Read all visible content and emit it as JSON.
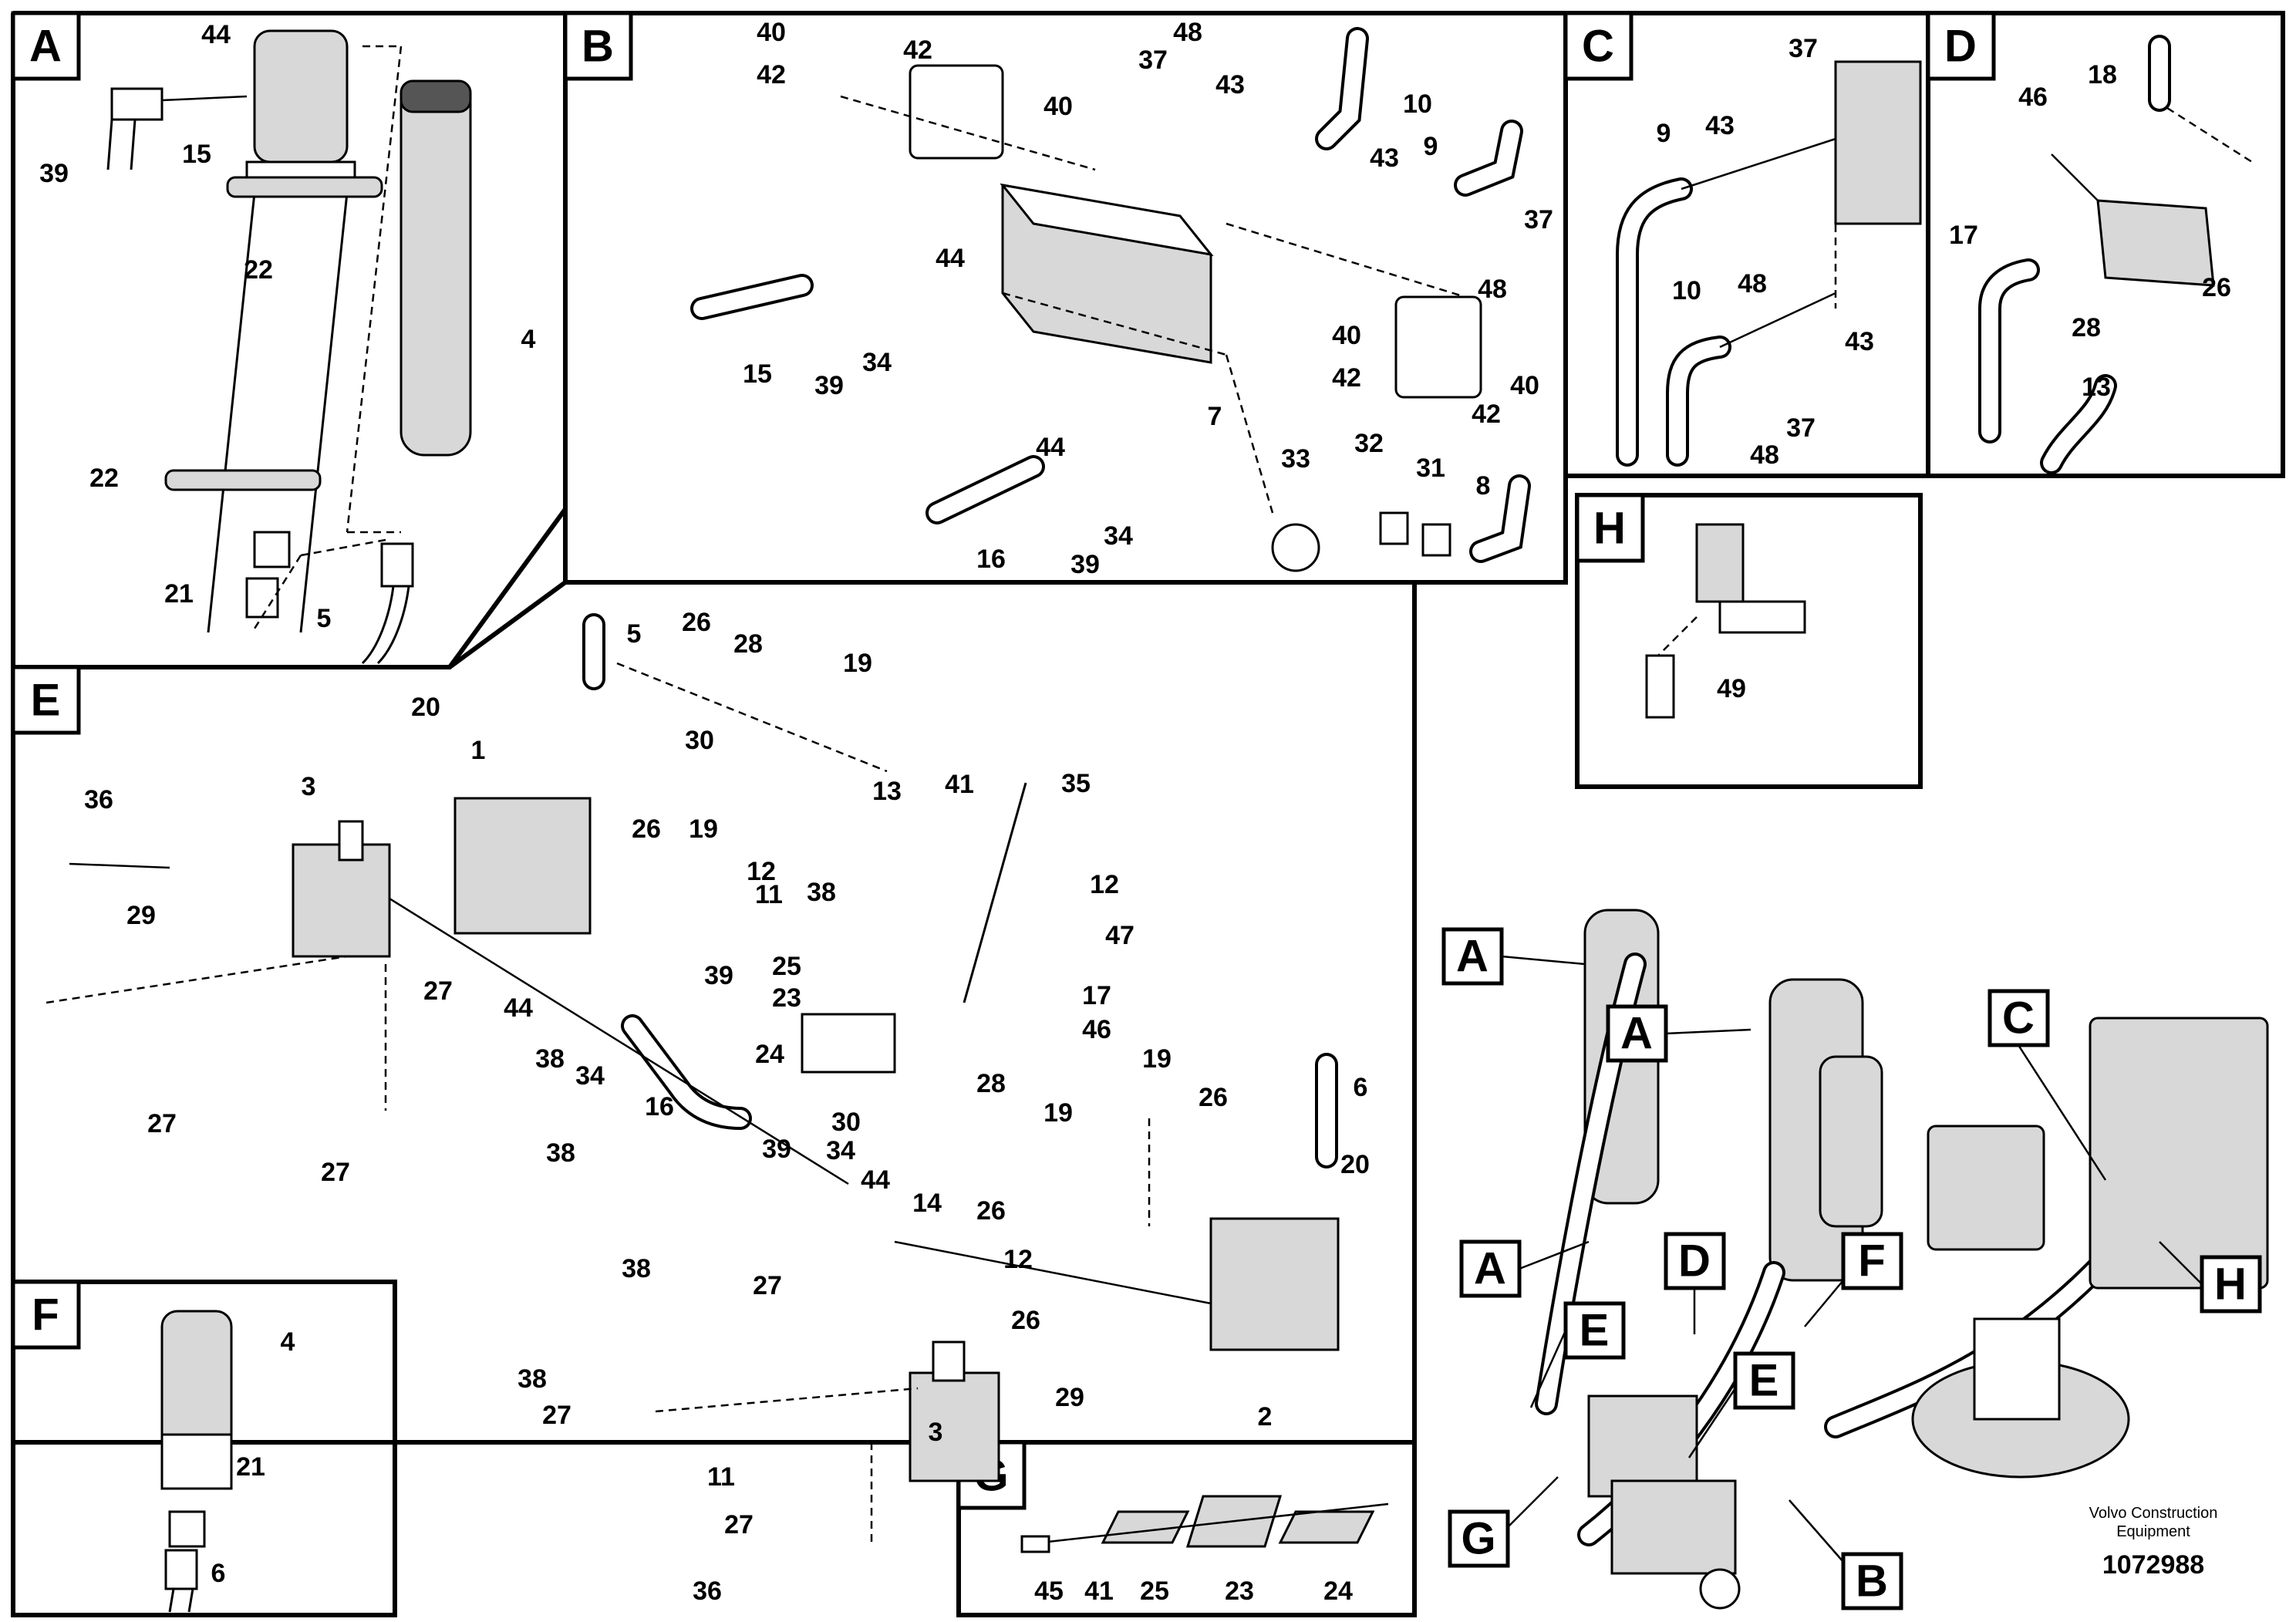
{
  "panels": [
    {
      "id": "A",
      "label": "A"
    },
    {
      "id": "B",
      "label": "B"
    },
    {
      "id": "C",
      "label": "C"
    },
    {
      "id": "D",
      "label": "D"
    },
    {
      "id": "E",
      "label": "E"
    },
    {
      "id": "F",
      "label": "F"
    },
    {
      "id": "G",
      "label": "G"
    },
    {
      "id": "H",
      "label": "H"
    }
  ],
  "overview_callouts": [
    "A",
    "A",
    "A",
    "D",
    "F",
    "E",
    "E",
    "G",
    "B",
    "C",
    "H"
  ],
  "part_numbers": {
    "A": [
      "44",
      "39",
      "15",
      "22",
      "4",
      "22",
      "21",
      "5"
    ],
    "B": [
      "40",
      "42",
      "42",
      "40",
      "48",
      "37",
      "43",
      "10",
      "9",
      "43",
      "37",
      "48",
      "44",
      "15",
      "39",
      "34",
      "40",
      "42",
      "42",
      "40",
      "7",
      "44",
      "16",
      "39",
      "34",
      "33",
      "32",
      "31",
      "8"
    ],
    "C": [
      "37",
      "9",
      "43",
      "48",
      "10",
      "43",
      "48",
      "37"
    ],
    "D": [
      "18",
      "46",
      "17",
      "28",
      "26",
      "13"
    ],
    "E": [
      "5",
      "26",
      "28",
      "19",
      "20",
      "30",
      "13",
      "1",
      "35",
      "36",
      "3",
      "41",
      "26",
      "19",
      "29",
      "12",
      "12",
      "38",
      "47",
      "11",
      "39",
      "25",
      "17",
      "23",
      "44",
      "34",
      "46",
      "27",
      "38",
      "24",
      "27",
      "16",
      "30",
      "28",
      "19",
      "19",
      "26",
      "6",
      "38",
      "39",
      "34",
      "14",
      "20",
      "27",
      "44",
      "26",
      "12",
      "38",
      "27",
      "26",
      "38",
      "29",
      "27",
      "2",
      "3",
      "11",
      "27",
      "36"
    ],
    "F": [
      "4",
      "21",
      "6"
    ],
    "G": [
      "45",
      "41",
      "25",
      "23",
      "24"
    ],
    "H": [
      "49"
    ]
  },
  "footer": {
    "manufacturer_line1": "Volvo Construction",
    "manufacturer_line2": "Equipment",
    "document_number": "1072988"
  }
}
